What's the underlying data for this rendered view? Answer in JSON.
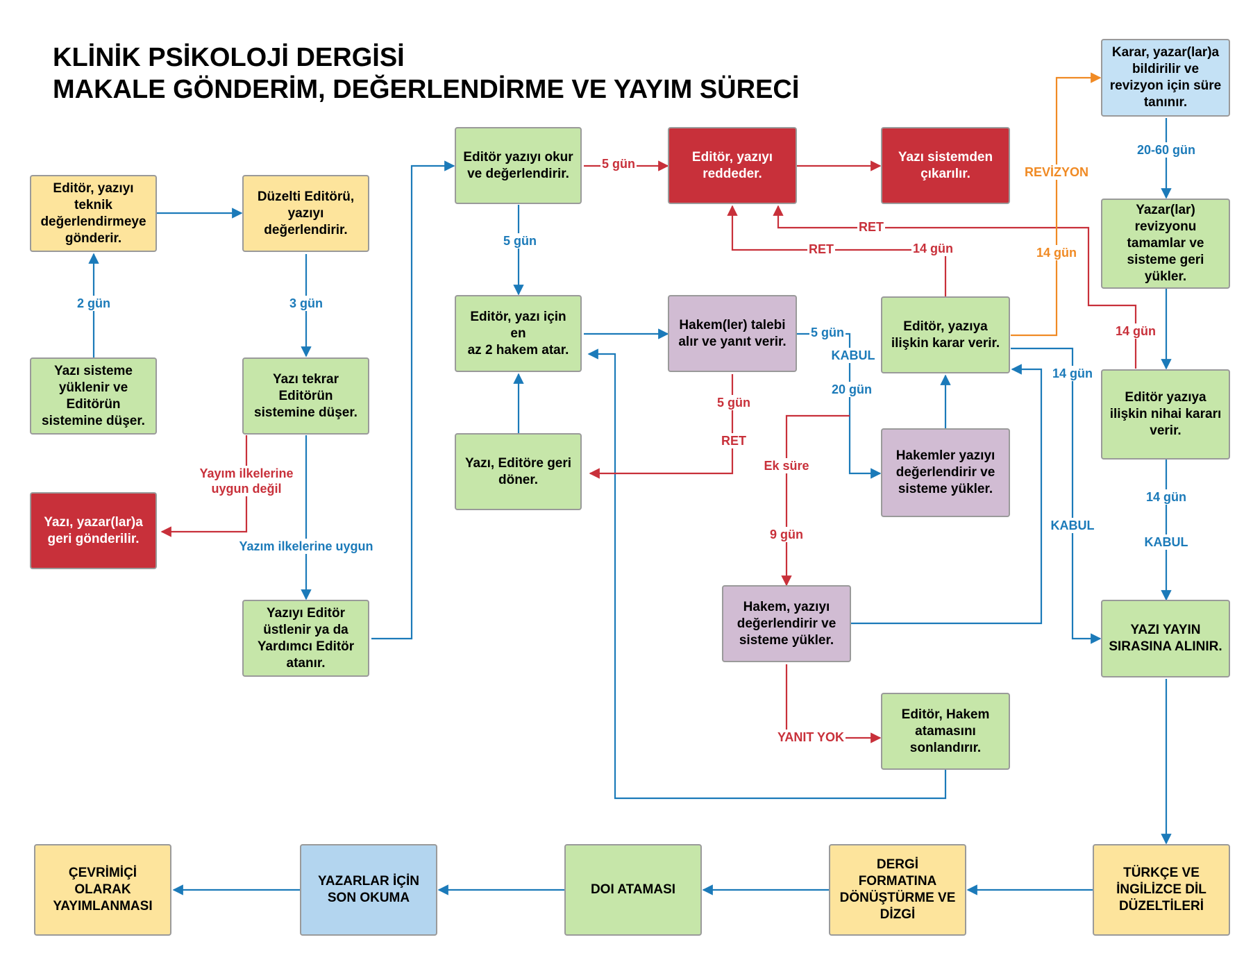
{
  "title": {
    "line1": "KLİNİK PSİKOLOJİ DERGİSİ",
    "line2": "MAKALE GÖNDERİM, DEĞERLENDİRME VE YAYIM SÜRECİ"
  },
  "colors": {
    "blue": "#1b7ab9",
    "red": "#c8303a",
    "orange": "#f08a24",
    "green_box": "#c6e6a9",
    "yellow_box": "#fde49c",
    "red_box": "#c8303a",
    "purple_box": "#d1bcd3",
    "light_blue_box": "#c4e1f5"
  },
  "nodes": {
    "b1": "Yazı sisteme\nyüklenir ve\nEditörün\nsistemine düşer.",
    "b2": "Editör, yazıyı\nteknik\ndeğerlendirmeye\ngönderir.",
    "b3": "Düzelti Editörü,\nyazıyı\ndeğerlendirir.",
    "b4": "Yazı tekrar\nEditörün\nsistemine düşer.",
    "b5": "Yazı, yazar(lar)a\ngeri gönderilir.",
    "b6": "Yazıyı Editör\nüstlenir ya da\nYardımcı Editör\natanır.",
    "b7": "Editör yazıyı okur\nve değerlendirir.",
    "b8": "Editör, yazıyı\nreddeder.",
    "b9": "Yazı sistemden\nçıkarılır.",
    "b10": "Editör, yazı için en\naz 2 hakem atar.",
    "b11": "Hakem(ler) talebi\nalır ve yanıt verir.",
    "b12": "Editör, yazıya\nilişkin karar verir.",
    "b13": "Yazı, Editöre geri\ndöner.",
    "b14": "Hakemler yazıyı\ndeğerlendirir ve\nsisteme yükler.",
    "b15": "Hakem, yazıyı\ndeğerlendirir ve\nsisteme yükler.",
    "b16": "Editör, Hakem\natamasını\nsonlandırır.",
    "b17": "Karar, yazar(lar)a\nbildirilir ve\nrevizyon için süre\ntanınır.",
    "b18": "Yazar(lar)\nrevizyonu\ntamamlar ve\nsisteme geri\nyükler.",
    "b19": "Editör yazıya\nilişkin nihai kararı\nverir.",
    "b20": "YAZI YAYIN\nSIRASINA ALINIR.",
    "b21": "TÜRKÇE VE\nİNGİLİZCE DİL\nDÜZELTİLERİ",
    "b22": "DERGİ FORMATINA\nDÖNÜŞTÜRME VE\nDİZGİ",
    "b23": "DOI ATAMASI",
    "b24": "YAZARLAR İÇİN\nSON OKUMA",
    "b25": "ÇEVRİMİÇİ\nOLARAK\nYAYIMLANMASI"
  },
  "labels": {
    "l_2gun": "2 gün",
    "l_3gun": "3 gün",
    "l_yayim_uygun_degil": "Yayım ilkelerine\nuygun değil",
    "l_yazim_uygun": "Yazım ilkelerine uygun",
    "l_5gun_reject": "5 gün",
    "l_5gun_down": "5 gün",
    "l_5gun_hakem": "5 gün",
    "l_kabul_hakem": "KABUL",
    "l_20gun": "20 gün",
    "l_5gun_ret": "5 gün",
    "l_ret_hakem": "RET",
    "l_ek_sure": "Ek süre",
    "l_9gun": "9 gün",
    "l_yanit_yok": "YANIT YOK",
    "l_ret_mid": "RET",
    "l_14gun_ret": "14 gün",
    "l_ret_top": "RET",
    "l_revizyon": "REVİZYON",
    "l_14gun_orange": "14 gün",
    "l_14gun_blue": "14 gün",
    "l_kabul_right": "KABUL",
    "l_20_60": "20-60 gün",
    "l_14gun_red_right": "14 gün",
    "l_14gun_final": "14 gün",
    "l_kabul_final": "KABUL"
  }
}
